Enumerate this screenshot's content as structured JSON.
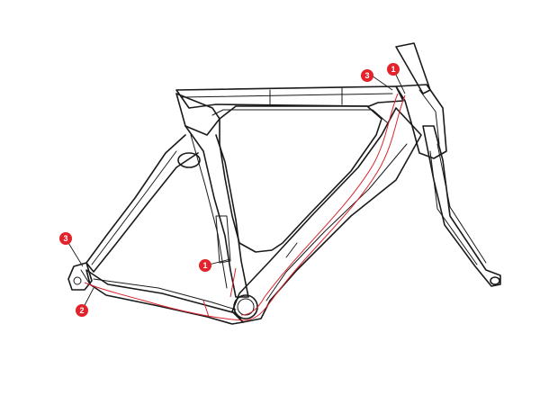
{
  "colors": {
    "marker": "#e3232b",
    "cable": "#d8262e",
    "frame_line": "#1a1a1a",
    "background": "#ffffff"
  },
  "callouts": [
    {
      "id": "callout-top-tube-3",
      "label": "3"
    },
    {
      "id": "callout-head-tube-1",
      "label": "1"
    },
    {
      "id": "callout-seat-tube-1",
      "label": "1"
    },
    {
      "id": "callout-dropout-3",
      "label": "3"
    },
    {
      "id": "callout-dropout-2",
      "label": "2"
    }
  ]
}
